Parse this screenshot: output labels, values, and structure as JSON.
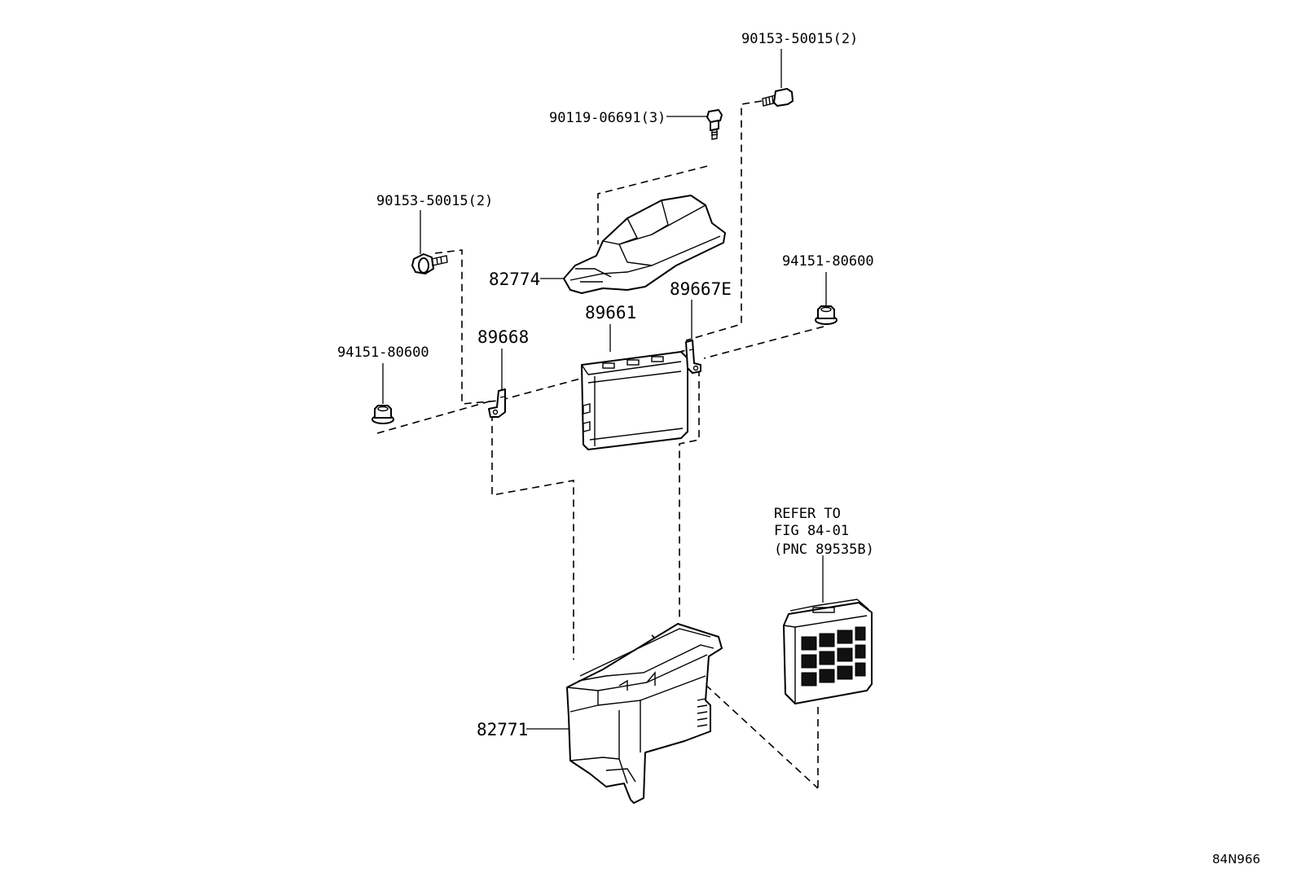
{
  "figure_code": "84N966",
  "callouts": {
    "bolt_top_right": "90153-50015(2)",
    "screw_top": "90119-06691(3)",
    "bolt_left": "90153-50015(2)",
    "cover": "82774",
    "bracket_right": "89667E",
    "ecu": "89661",
    "nut_right": "94151-80600",
    "nut_left": "94151-80600",
    "bracket_left": "89668",
    "case": "82771"
  },
  "reference_note": {
    "line1": "REFER TO",
    "line2": "FIG 84-01",
    "line3": "(PNC 89535B)"
  }
}
